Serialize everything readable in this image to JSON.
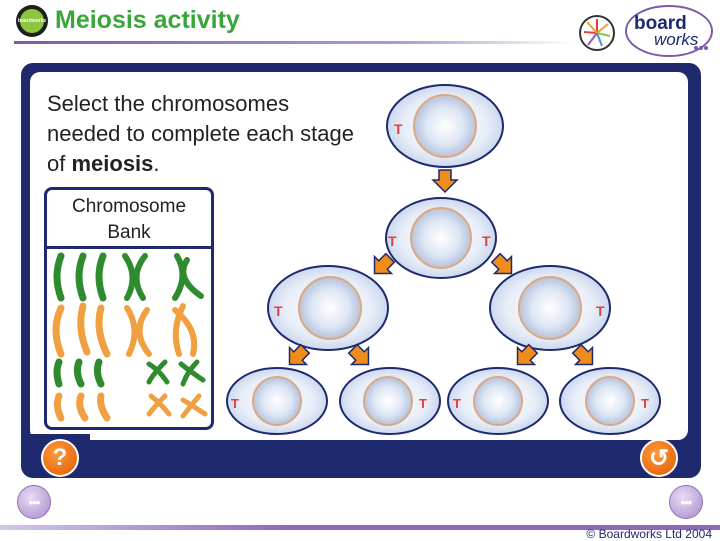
{
  "header": {
    "title": "Meiosis activity",
    "logo_badge_text": "boardworks",
    "brand_line1": "board",
    "brand_line2": "works"
  },
  "activity": {
    "instruction_prefix": "Select the chromosomes needed to complete each stage of ",
    "instruction_bold": "meiosis",
    "instruction_suffix": ".",
    "bank_title_line1": "Chromosome",
    "bank_title_line2": "Bank",
    "cell_marker": "T"
  },
  "buttons": {
    "help_label": "?",
    "reset_label": "↺",
    "prev_label": "•••",
    "next_label": "•••"
  },
  "footer": {
    "copyright": "© Boardworks Ltd 2004"
  },
  "colors": {
    "title_green": "#3aa63a",
    "panel_navy": "#1e2a6d",
    "button_orange": "#f07a1a",
    "chromosome_green": "#2e8b2e",
    "chromosome_orange": "#f0a040",
    "marker_red": "#e0413a"
  }
}
